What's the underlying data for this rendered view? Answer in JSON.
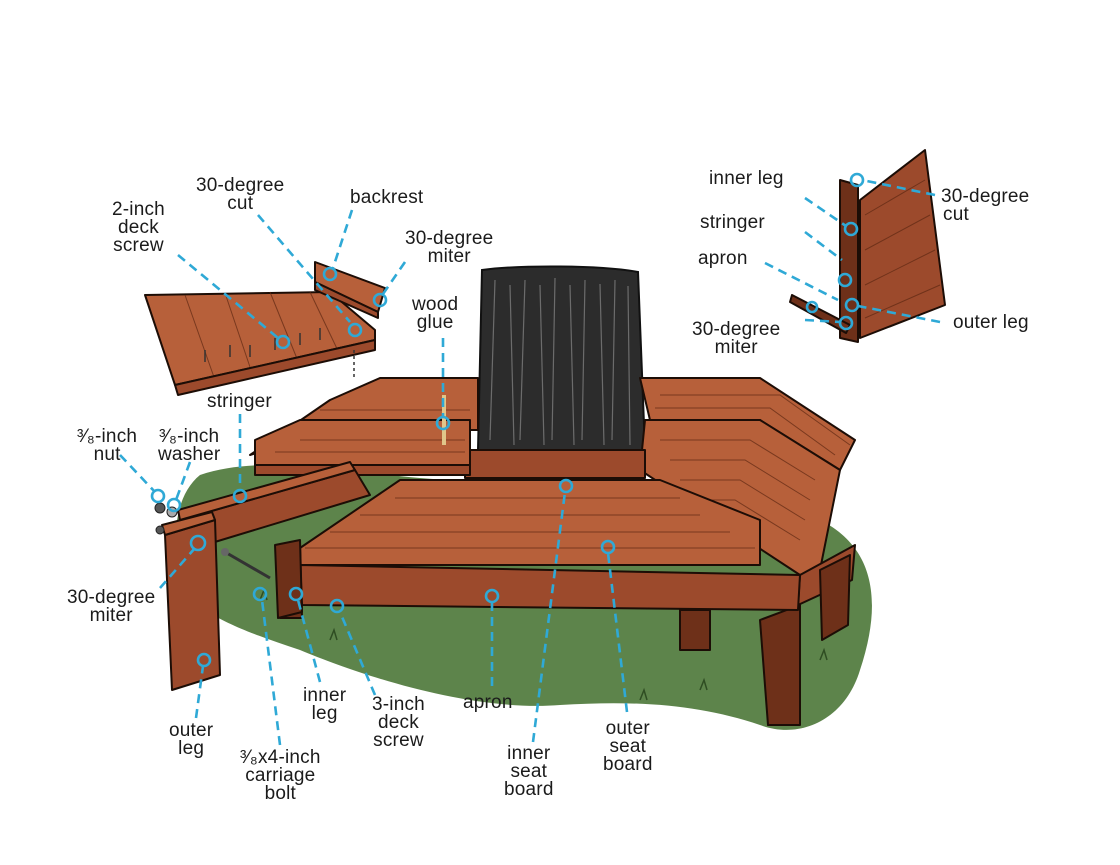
{
  "labels": {
    "deck_screw_2": [
      "2-inch",
      "deck",
      "screw"
    ],
    "cut_30_top": [
      "30-degree",
      "cut"
    ],
    "backrest": [
      "backrest"
    ],
    "miter_30_top": [
      "30-degree",
      "miter"
    ],
    "wood_glue": [
      "wood",
      "glue"
    ],
    "stringer": [
      "stringer"
    ],
    "nut": [
      "³⁄₈-inch",
      "nut"
    ],
    "washer": [
      "³⁄₈-inch",
      "washer"
    ],
    "miter_30_left": [
      "30-degree",
      "miter"
    ],
    "outer_leg": [
      "outer",
      "leg"
    ],
    "carriage_bolt": [
      "³⁄₈x4-inch",
      "carriage",
      "bolt"
    ],
    "inner_leg": [
      "inner",
      "leg"
    ],
    "deck_screw_3": [
      "3-inch",
      "deck",
      "screw"
    ],
    "apron": [
      "apron"
    ],
    "inner_seat_board": [
      "inner",
      "seat",
      "board"
    ],
    "outer_seat_board": [
      "outer",
      "seat",
      "board"
    ]
  },
  "inset_labels": {
    "inner_leg": [
      "inner leg"
    ],
    "stringer": [
      "stringer"
    ],
    "apron": [
      "apron"
    ],
    "miter_30": [
      "30-degree",
      "miter"
    ],
    "cut_30": [
      "30-degree",
      "cut"
    ],
    "outer_leg": [
      "outer leg"
    ]
  },
  "colors": {
    "callout": "#2fa9d6",
    "wood": "#9c4a2c",
    "grass": "#4f7a3c",
    "bark": "#2a2a2a"
  }
}
